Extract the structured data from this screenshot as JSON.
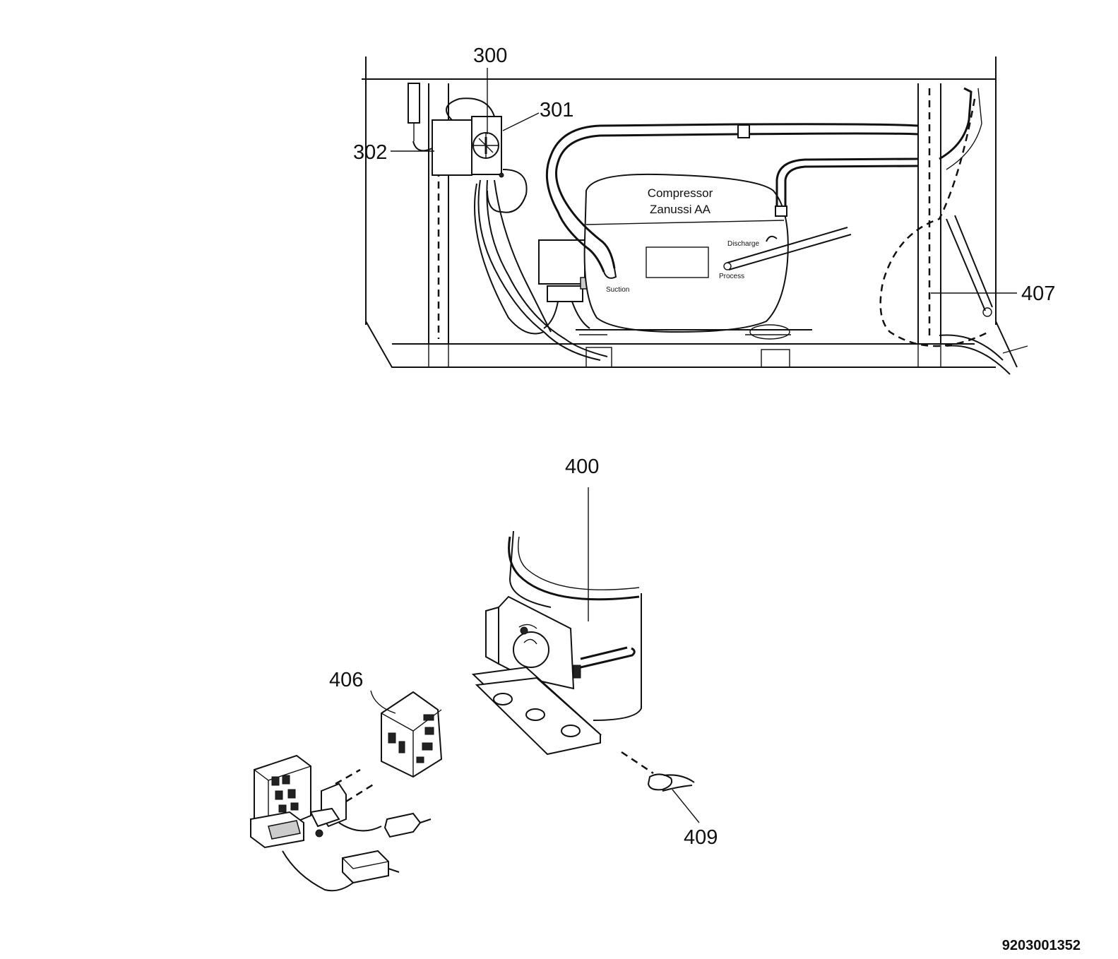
{
  "callouts": {
    "c300": "300",
    "c301": "301",
    "c302": "302",
    "c407": "407",
    "c400": "400",
    "c406": "406",
    "c409": "409"
  },
  "compressor": {
    "name_line1": "Compressor",
    "name_line2": "Zanussi AA",
    "discharge": "Discharge",
    "process": "Process",
    "suction": "Suction"
  },
  "document_number": "9203001352"
}
